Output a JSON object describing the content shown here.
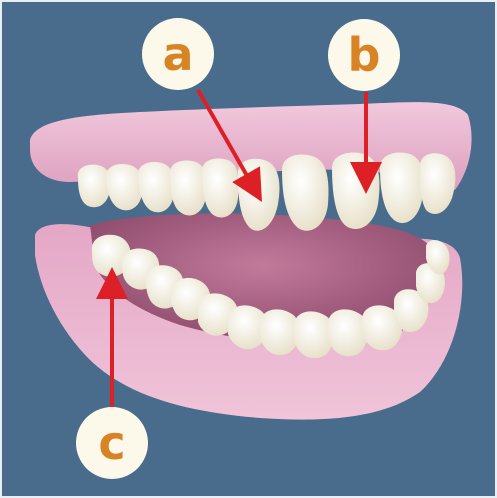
{
  "labels": {
    "a": "a",
    "b": "b",
    "c": "c"
  },
  "colors": {
    "background": "#4a6c8c",
    "gum": "#eab8d1",
    "gum_shadow": "#c97fa6",
    "mouth_interior": "#a35d7f",
    "tooth": "#fdfbf3",
    "tooth_shadow": "#e8e2cd",
    "arrow": "#dd1f26",
    "label_fill": "#fdf9ea",
    "label_text": "#d98424"
  },
  "icons": {
    "arrow": "red-arrow-icon"
  }
}
